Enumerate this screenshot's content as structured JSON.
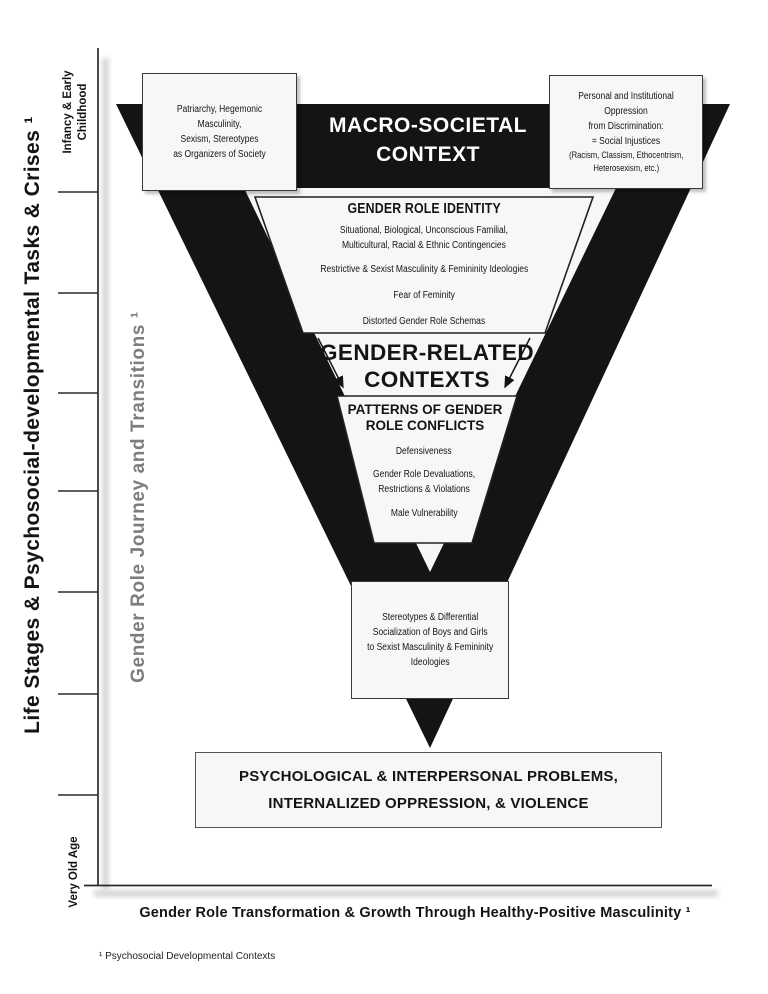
{
  "figure": {
    "colors": {
      "ink": "#141414",
      "box_bg": "#f7f7f8",
      "gray_label": "#7d7d7d",
      "shadow": "#d7d7d7"
    },
    "axes": {
      "left_label": "Life Stages & Psychosocial-developmental Tasks & Crises ¹",
      "bottom_label": "Gender Role Transformation & Growth Through Healthy-Positive Masculinity ¹",
      "stage_top": "Infancy & Early\nChildhood",
      "stage_bottom": "Very Old Age",
      "tick_count": 7
    },
    "journey_label": "Gender Role Journey and Transitions ¹",
    "macro_band": "MACRO-SOCIETAL\nCONTEXT",
    "left_box": "Patriarchy, Hegemonic Masculinity,\nSexism, Stereotypes\nas Organizers of Society",
    "right_box": {
      "main": "Personal and Institutional Oppression\nfrom Discrimination:\n= Social Injustices",
      "sub": "(Racism, Classism, Ethocentrism,\nHeterosexism, etc.)"
    },
    "identity": {
      "title": "GENDER ROLE IDENTITY",
      "items": [
        "Situational, Biological, Unconscious Familial,\nMulticultural, Racial & Ethnic Contingencies",
        "Restrictive & Sexist Masculinity & Femininity Ideologies",
        "Fear of Feminity",
        "Distorted Gender Role Schemas"
      ]
    },
    "contexts_label": "GENDER-RELATED\nCONTEXTS",
    "patterns": {
      "title": "PATTERNS OF GENDER\nROLE CONFLICTS",
      "items": [
        "Defensiveness",
        "Gender Role Devaluations,\nRestrictions & Violations",
        "Male Vulnerability"
      ]
    },
    "socialization_box": "Stereotypes & Differential\nSocialization of Boys and Girls\nto Sexist Masculinity & Femininity\nIdeologies",
    "outcome_box": "PSYCHOLOGICAL & INTERPERSONAL PROBLEMS,\nINTERNALIZED OPPRESSION, & VIOLENCE",
    "footnote": "¹ Psychosocial Developmental Contexts"
  }
}
